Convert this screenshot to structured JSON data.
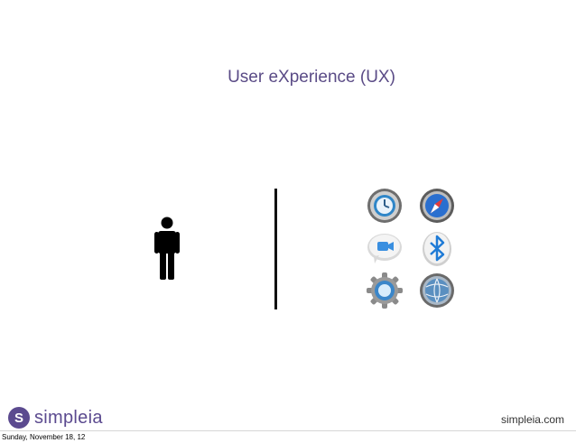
{
  "slide": {
    "title": "User eXperience (UX)"
  },
  "footer": {
    "brand_letter": "S",
    "brand_name": "simpleia",
    "website": "simpleia.com",
    "date": "Sunday, November 18, 12"
  },
  "icons": [
    {
      "name": "time-machine-icon",
      "color": "#2f86c8"
    },
    {
      "name": "safari-compass-icon",
      "color": "#2a6fcf"
    },
    {
      "name": "facetime-chat-icon",
      "color": "#3a8fe0"
    },
    {
      "name": "bluetooth-icon",
      "color": "#1f7bd6"
    },
    {
      "name": "system-preferences-gear-icon",
      "color": "#3b86c9"
    },
    {
      "name": "network-globe-icon",
      "color": "#5a8fc0"
    }
  ]
}
